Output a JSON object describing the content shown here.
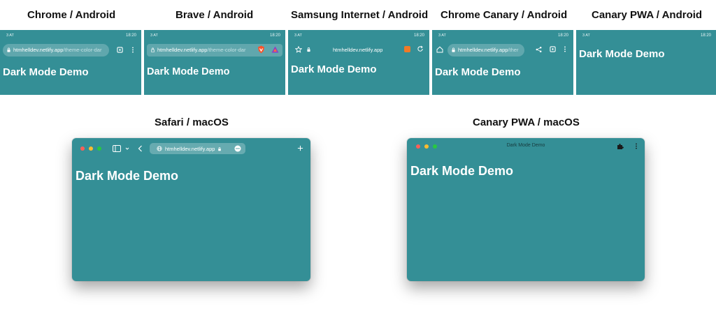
{
  "labels": {
    "chrome_android": "Chrome / Android",
    "brave_android": "Brave / Android",
    "samsung_android": "Samsung Internet / Android",
    "canary_android": "Chrome Canary / Android",
    "canary_pwa_android": "Canary PWA / Android",
    "safari_macos": "Safari / macOS",
    "canary_pwa_macos": "Canary PWA / macOS"
  },
  "phone": {
    "time": "18:20",
    "signal": "3 AT",
    "domain": "htmhelldev.netlify.app",
    "path": "/theme-color-dar",
    "path_short": "/ther",
    "heading": "Dark Mode Demo"
  },
  "safari": {
    "url": "htmhelldev.netlify.app",
    "heading": "Dark Mode Demo"
  },
  "pwa_mac": {
    "title": "Dark Mode Demo",
    "heading": "Dark Mode Demo"
  },
  "colors": {
    "theme": "#348f96",
    "text": "#ffffff"
  }
}
